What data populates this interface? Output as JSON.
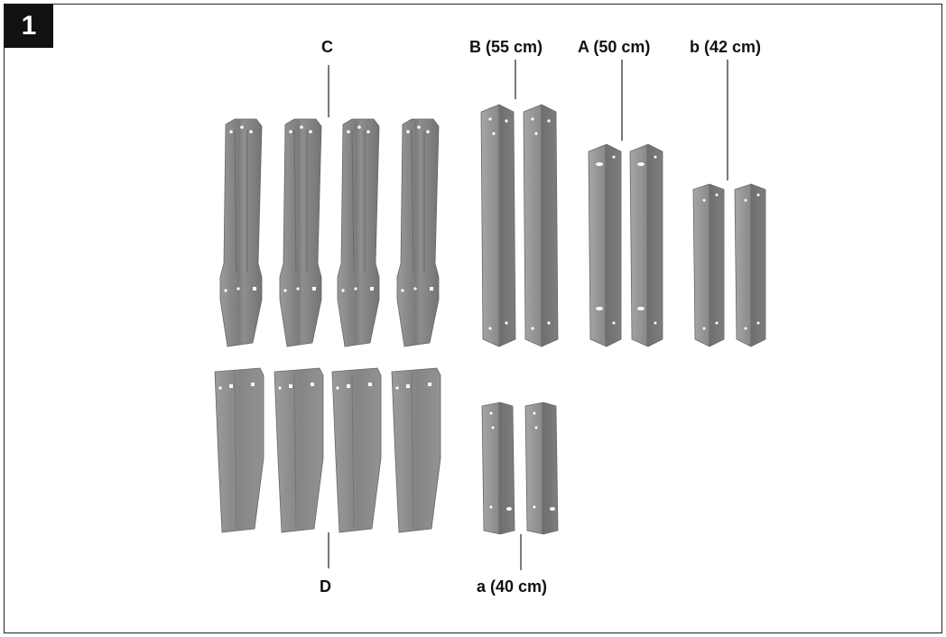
{
  "figure": {
    "step_number": "1",
    "labels": {
      "C": "C",
      "B": "B (55 cm)",
      "A": "A (50 cm)",
      "b": "b (42 cm)",
      "D": "D",
      "a": "a (40 cm)"
    },
    "part_counts": {
      "C": 4,
      "B": 2,
      "A": 2,
      "b": 2,
      "D": 4,
      "a": 2
    },
    "colors": {
      "part_fill": "#8a8a8a",
      "part_dark": "#6e6e6e",
      "part_light": "#a4a4a4",
      "leader_line": "#222222"
    }
  }
}
